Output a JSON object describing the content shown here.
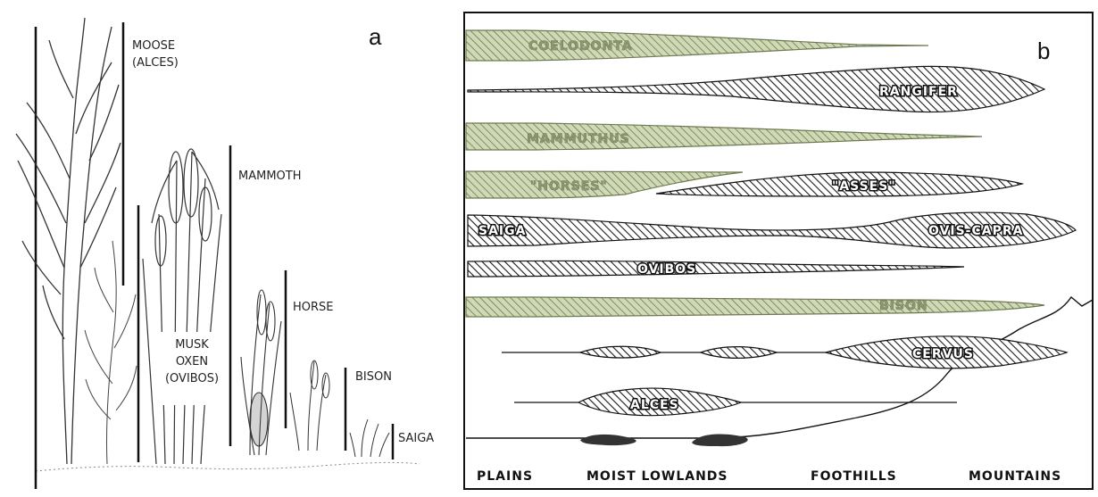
{
  "panel_a": {
    "label": "a",
    "plants": [
      {
        "animal": "MOOSE\n(ALCES)"
      },
      {
        "animal": "MAMMOTH"
      },
      {
        "animal": "HORSE"
      },
      {
        "animal": "MUSK\nOXEN\n(OVIBOS)"
      },
      {
        "animal": "BISON"
      },
      {
        "animal": "SAIGA"
      }
    ]
  },
  "panel_b": {
    "label": "b",
    "habitats": [
      "PLAINS",
      "MOIST LOWLANDS",
      "FOOTHILLS",
      "MOUNTAINS"
    ],
    "species": [
      {
        "name": "COELODONTA",
        "highlight": true
      },
      {
        "name": "RANGIFER",
        "highlight": false
      },
      {
        "name": "MAMMUTHUS",
        "highlight": true
      },
      {
        "name": "\"HORSES\"",
        "highlight": true
      },
      {
        "name": "\"ASSES\"",
        "highlight": false
      },
      {
        "name": "SAIGA",
        "highlight": false
      },
      {
        "name": "OVIS-CAPRA",
        "highlight": false
      },
      {
        "name": "OVIBOS",
        "highlight": false
      },
      {
        "name": "BISON",
        "highlight": true
      },
      {
        "name": "CERVUS",
        "highlight": false
      },
      {
        "name": "ALCES",
        "highlight": false
      }
    ],
    "colors": {
      "highlight_fill": "#cfd9b5",
      "hatch": "#1a1a1a",
      "highlight_hatch": "#6d7a52"
    }
  }
}
